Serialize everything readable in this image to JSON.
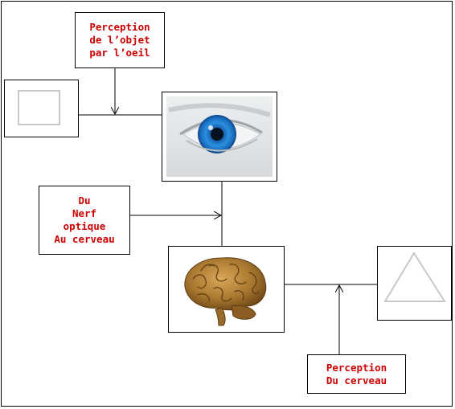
{
  "diagram": {
    "label_top": "Perception\nde l’objet\npar l’oeil",
    "label_middle": "Du\nNerf\noptique\nAu cerveau",
    "label_bottom": "Perception\nDu cerveau",
    "colors": {
      "label_text": "#cc0000",
      "eye_iris": "#1f7fd6",
      "brain": "#a8772f",
      "shape_stroke": "#c8c8c8"
    },
    "icons": {
      "object": "square-shape",
      "eye": "eye-icon",
      "brain": "brain-icon",
      "perceived": "triangle-shape"
    }
  }
}
